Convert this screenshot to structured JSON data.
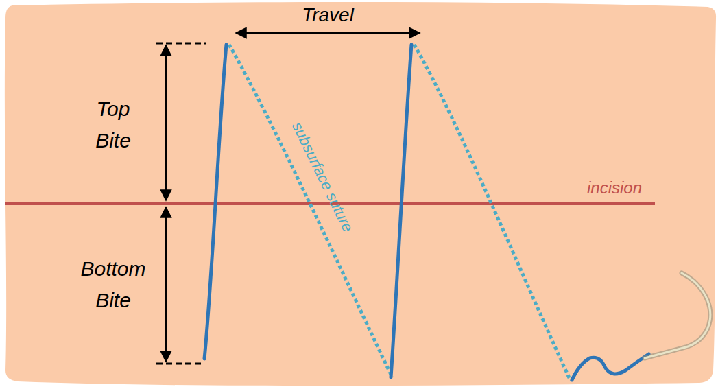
{
  "diagram": {
    "labels": [
      "Travel",
      "Top Bite",
      "Bottom Bite",
      "incision",
      "subsurface suture"
    ]
  }
}
